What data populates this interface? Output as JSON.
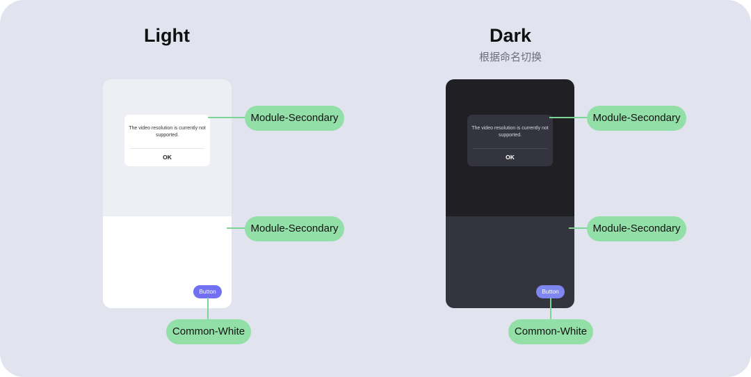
{
  "light": {
    "heading": "Light",
    "dialog": {
      "message": "The video resolution is currently not supported.",
      "ok_label": "OK"
    },
    "button_label": "Button",
    "annotations": {
      "upper": "Module-Secondary",
      "lower": "Module-Secondary",
      "button": "Common-White"
    }
  },
  "dark": {
    "heading": "Dark",
    "subheading": "根据命名切换",
    "dialog": {
      "message": "The video resolution is currently not supported.",
      "ok_label": "OK"
    },
    "button_label": "Button",
    "annotations": {
      "upper": "Module-Secondary",
      "lower": "Module-Secondary",
      "button": "Common-White"
    }
  },
  "colors": {
    "background": "#e1e3ee",
    "light_surface": "#eeeff4",
    "light_module": "#ffffff",
    "dark_surface": "#1f1f24",
    "dark_module": "#34343e",
    "accent_button": "#7170f2",
    "annotation_pill": "#93dfa8"
  }
}
